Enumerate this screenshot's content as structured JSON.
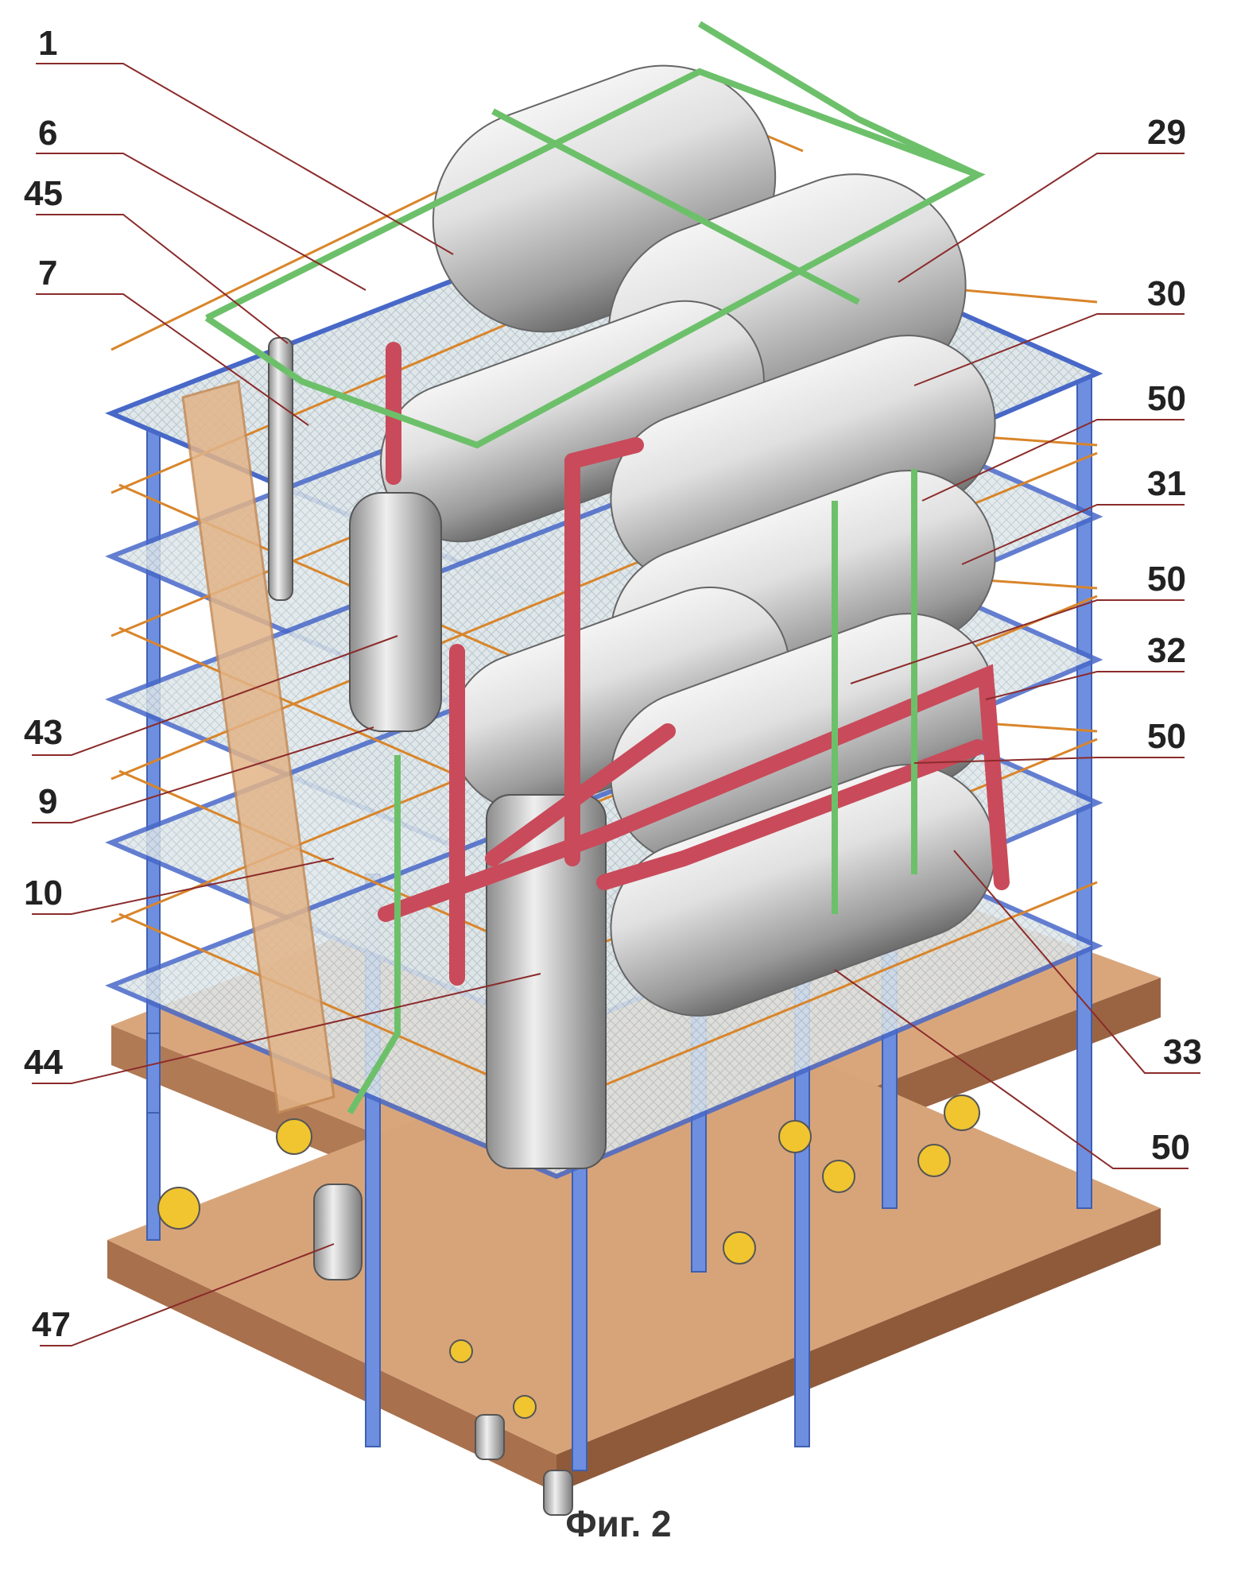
{
  "figure": {
    "caption": "Фиг. 2",
    "callouts": {
      "c1": "1",
      "c6": "6",
      "c45": "45",
      "c7": "7",
      "c43": "43",
      "c9": "9",
      "c10": "10",
      "c44": "44",
      "c47": "47",
      "c29": "29",
      "c30": "30",
      "c50a": "50",
      "c31": "31",
      "c50b": "50",
      "c32": "32",
      "c50c": "50",
      "c33": "33",
      "c50d": "50"
    }
  }
}
